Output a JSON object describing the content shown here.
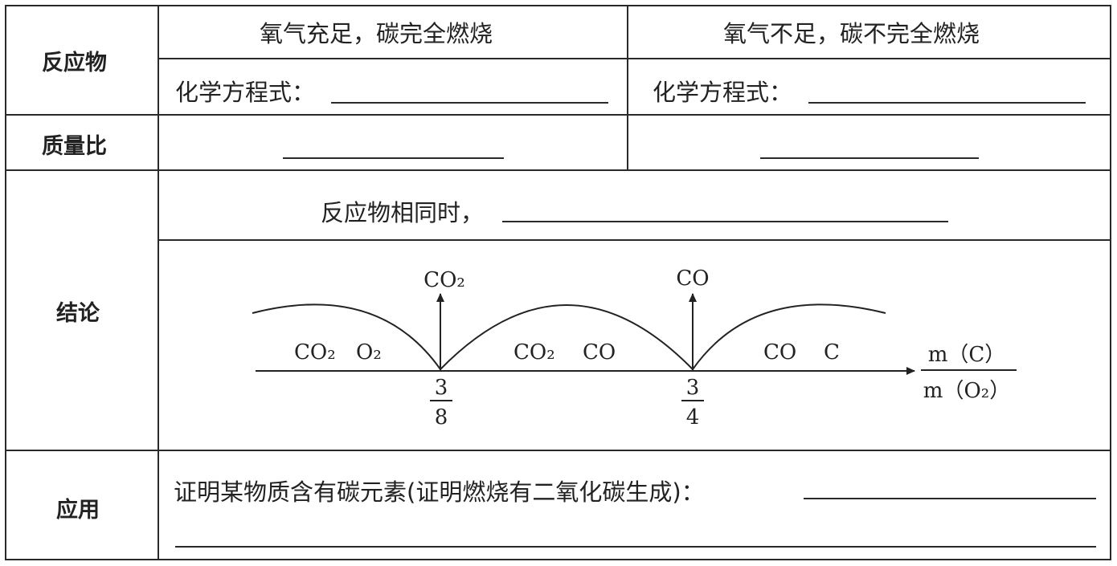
{
  "row_headers": {
    "reactants": "反应物",
    "mass_ratio": "质量比",
    "conclusion": "结论",
    "application": "应用"
  },
  "columns": {
    "complete": "氧气充足，碳完全燃烧",
    "incomplete": "氧气不足，碳不完全燃烧"
  },
  "equation_prompt": "化学方程式：",
  "conclusion_prompt": "反应物相同时，",
  "application_prompt": "证明某物质含有碳元素(证明燃烧有二氧化碳生成)：",
  "diagram": {
    "arrow1_label": "CO₂",
    "arrow2_label": "CO",
    "region1": [
      "CO₂",
      "O₂"
    ],
    "region2": [
      "CO₂",
      "CO"
    ],
    "region3": [
      "CO",
      "C"
    ],
    "tick1": {
      "numerator": "3",
      "denominator": "8"
    },
    "tick2": {
      "numerator": "3",
      "denominator": "4"
    },
    "axis_label": {
      "numerator": "m（C）",
      "denominator": "m（O₂）"
    }
  }
}
